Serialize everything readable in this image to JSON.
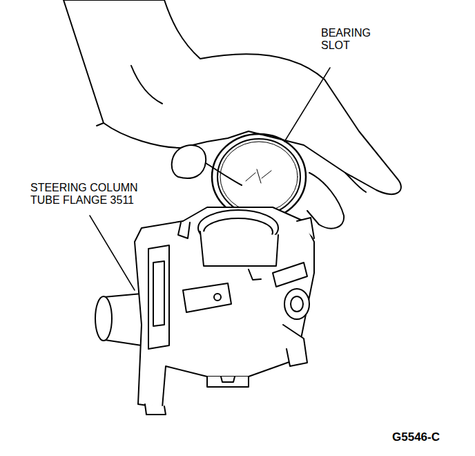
{
  "diagram": {
    "labels": [
      "BEARING SLOT",
      "STEERING COLUMN TUBE FLANGE 3511",
      "G5546-C"
    ]
  }
}
